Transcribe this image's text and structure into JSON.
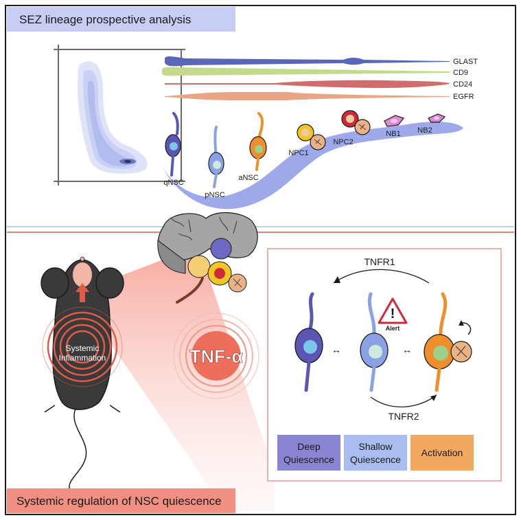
{
  "top_section": {
    "title": "SEZ lineage prospective analysis",
    "markers": [
      "GLAST",
      "CD9",
      "CD24",
      "EGFR"
    ],
    "cells": [
      "qNSC",
      "pNSC",
      "aNSC",
      "NPC1",
      "NPC2",
      "NB1",
      "NB2"
    ]
  },
  "bottom_section": {
    "title": "Systemic regulation of NSC quiescence",
    "inflammation_label_1": "Systemic",
    "inflammation_label_2": "Inflammation",
    "cytokine": "TNF-α",
    "receptor_top": "TNFR1",
    "receptor_bottom": "TNFR2",
    "alert": "Alert",
    "legend": [
      {
        "line1": "Deep",
        "line2": "Quiescence",
        "color": "#8a85d2"
      },
      {
        "line1": "Shallow",
        "line2": "Quiescence",
        "color": "#a9bdf0"
      },
      {
        "line1": "Activation",
        "line2": "",
        "color": "#f2a85f"
      }
    ]
  },
  "colors": {
    "title_top_bg": "#c8cdf5",
    "title_bottom_bg": "#f08f82",
    "glast": "#5a66b8",
    "cd9": "#c5d98c",
    "cd24": "#d26b6b",
    "egfr": "#e8a684",
    "wave": "#9ea9ea",
    "deep": "#5b56b4",
    "shallow": "#8aa2e3",
    "active": "#ef8f2b"
  }
}
